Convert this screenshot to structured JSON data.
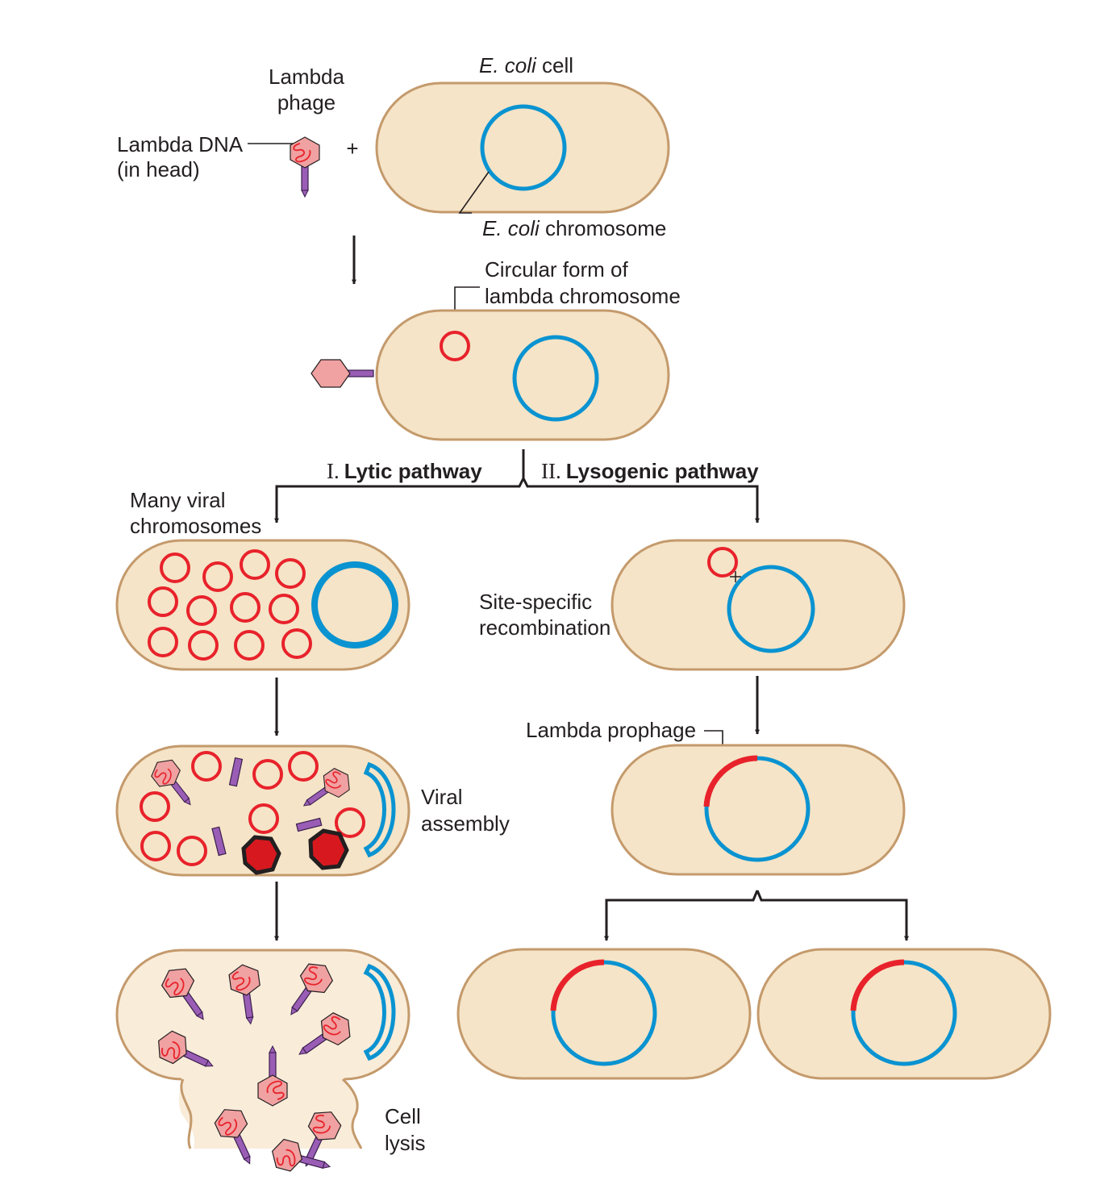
{
  "labels": {
    "lambda_phage_line1": "Lambda",
    "lambda_phage_line2": "phage",
    "lambda_dna_line1": "Lambda DNA",
    "lambda_dna_line2": "(in head)",
    "plus": "+",
    "ecoli_cell_italic": "E. coli",
    "ecoli_cell_rest": " cell",
    "ecoli_chrom_italic": "E. coli",
    "ecoli_chrom_rest": " chromosome",
    "circular_line1": "Circular form of",
    "circular_line2": "lambda chromosome",
    "lytic_numeral": "I.",
    "lytic_title": "Lytic pathway",
    "lysogenic_numeral": "II.",
    "lysogenic_title": "Lysogenic pathway",
    "many_viral_line1": "Many viral",
    "many_viral_line2": "chromosomes",
    "site_specific_line1": "Site-specific",
    "site_specific_line2": "recombination",
    "viral_assembly_line1": "Viral",
    "viral_assembly_line2": "assembly",
    "lambda_prophage": "Lambda prophage",
    "cell_lysis_line1": "Cell",
    "cell_lysis_line2": "lysis"
  },
  "colors": {
    "cell_fill": "#f5e4c7",
    "cell_outline": "#c49a6c",
    "ecoli_chromosome": "#0a93d1",
    "lambda_chromosome": "#e8222b",
    "phage_head": "#f0a1a1",
    "phage_tail": "#9a5db5"
  }
}
